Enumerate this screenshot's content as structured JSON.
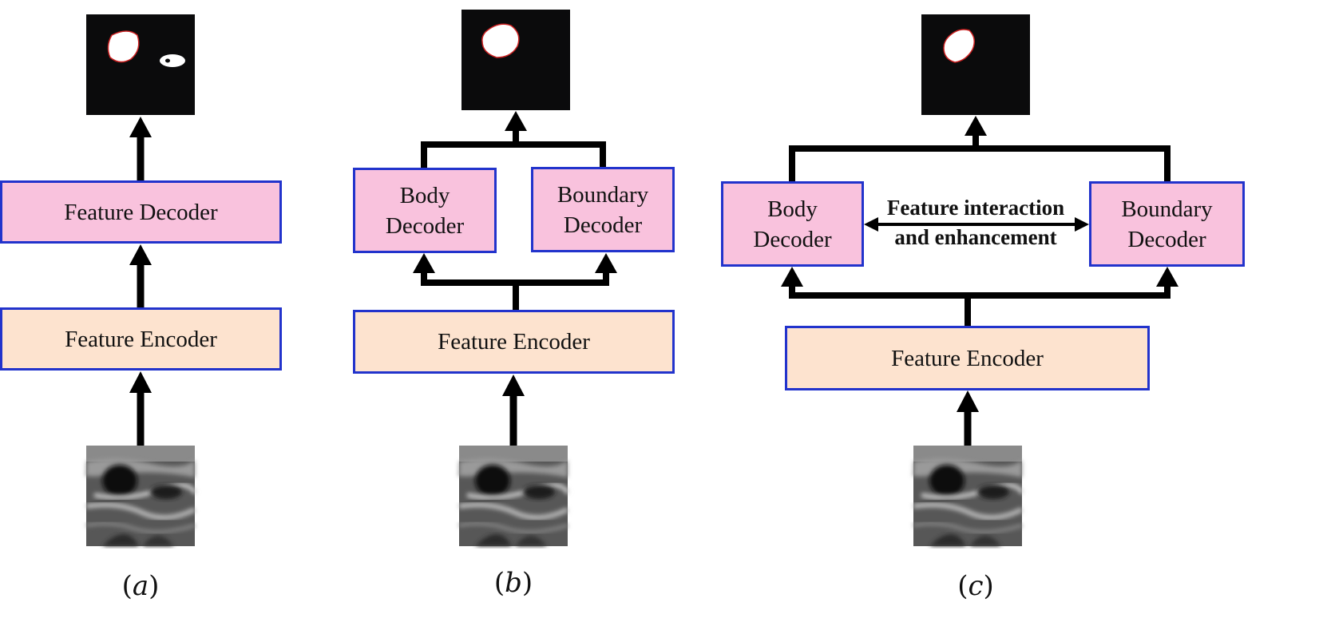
{
  "panels": [
    {
      "caption": "a",
      "decoder": "Feature Decoder",
      "encoder": "Feature Encoder"
    },
    {
      "caption": "b",
      "body_decoder": [
        "Body",
        "Decoder"
      ],
      "boundary_decoder": [
        "Boundary",
        "Decoder"
      ],
      "encoder": "Feature Encoder"
    },
    {
      "caption": "c",
      "body_decoder": [
        "Body",
        "Decoder"
      ],
      "boundary_decoder": [
        "Boundary",
        "Decoder"
      ],
      "interaction": [
        "Feature interaction",
        "and enhancement"
      ],
      "encoder": "Feature Encoder"
    }
  ],
  "colors": {
    "decoder_fill": "#f9c2dd",
    "encoder_fill": "#fde3cf",
    "box_border": "#2233cc",
    "arrow": "#000000",
    "mask_background": "#0b0b0c",
    "mask_outline": "#cc2222"
  }
}
